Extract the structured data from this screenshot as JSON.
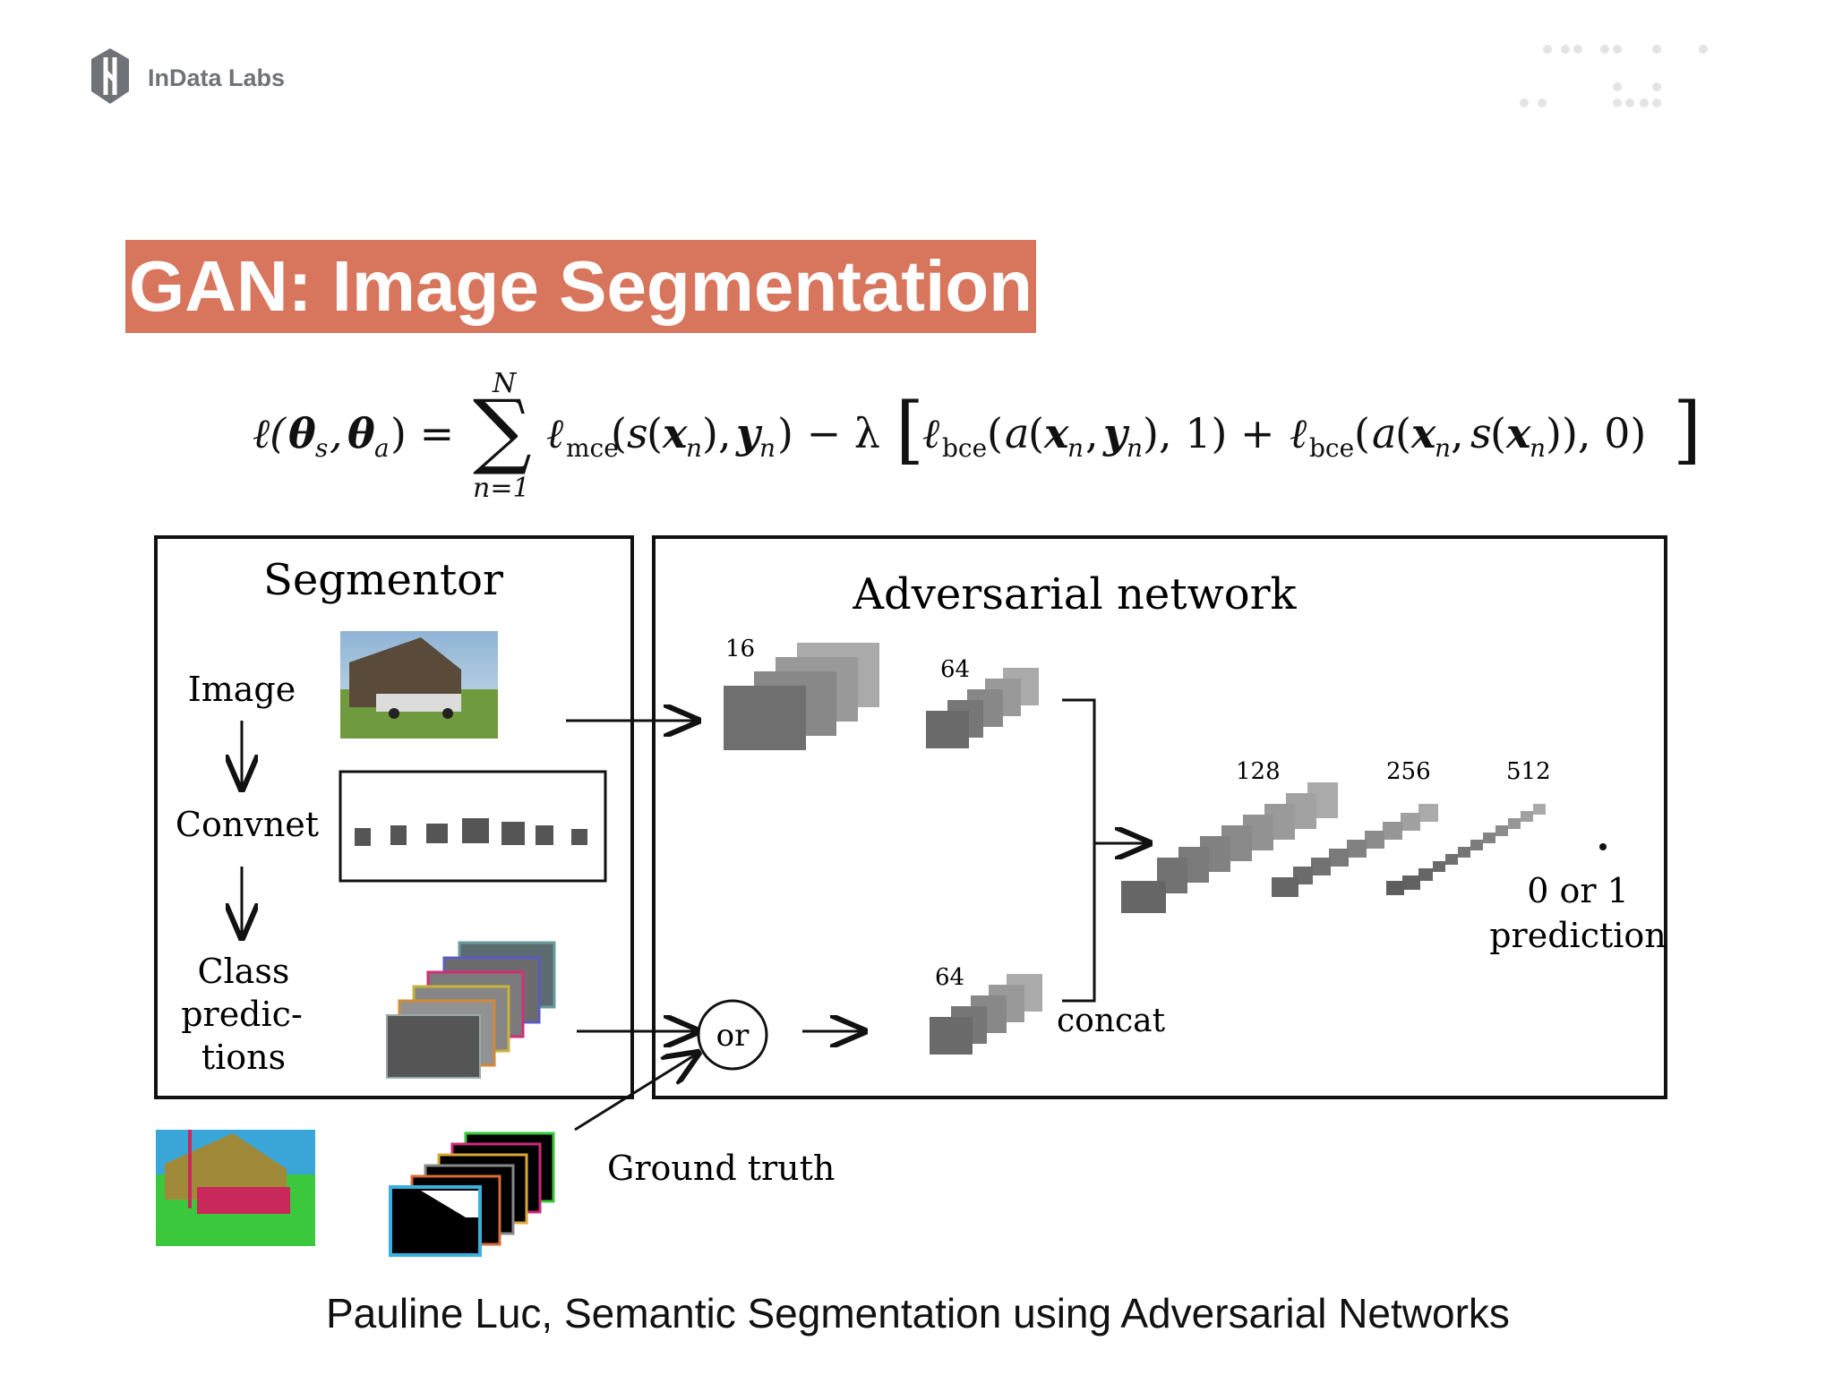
{
  "brand": {
    "name": "InData Labs"
  },
  "slide": {
    "title": "GAN: Image Segmentation",
    "citation": "Pauline Luc, Semantic Segmentation using Adversarial Networks"
  },
  "formula": {
    "lhs": "ℓ(θ",
    "sum_upper": "N",
    "sum_lower": "n=1",
    "text": "ℓ(θs, θa) = Σ ℓmce(s(xn), yn) − λ[ℓbce(a(xn, yn), 1) + ℓbce(a(xn, s(xn)), 0)]"
  },
  "segmentor": {
    "title": "Segmentor",
    "image_label": "Image",
    "convnet_label": "Convnet",
    "class_pred_lines": [
      "Class",
      "predic-",
      "tions"
    ]
  },
  "adversarial": {
    "title": "Adversarial network",
    "channels_16": "16",
    "channels_64_top": "64",
    "channels_64_bottom": "64",
    "channels_128": "128",
    "channels_256": "256",
    "channels_512": "512",
    "concat_label": "concat",
    "or_label": "or",
    "output_line1": "0 or 1",
    "output_line2": "prediction"
  },
  "ground_truth_label": "Ground truth",
  "colors": {
    "title_bg": "#d8765d",
    "logo": "#6f7378"
  }
}
